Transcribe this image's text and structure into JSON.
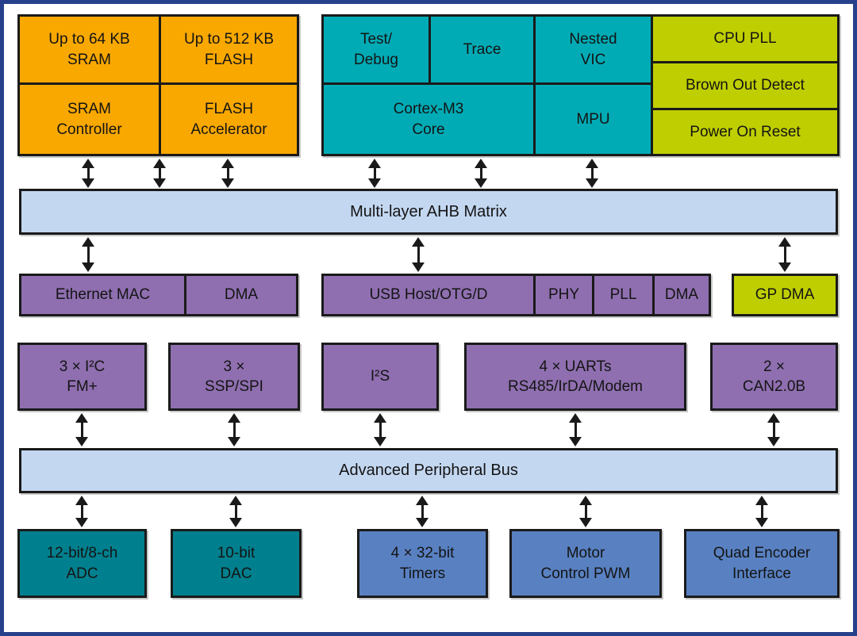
{
  "colors": {
    "orange": "#F9A800",
    "teal": "#00ABB5",
    "lime": "#BFCE00",
    "bus_blue": "#C3D7F0",
    "purple": "#8F6FB0",
    "dark_teal": "#00808E",
    "steel_blue": "#5981C2",
    "frame_navy": "#27408B",
    "line": "#1A1A1A"
  },
  "memory": {
    "sram": "Up to 64 KB\nSRAM",
    "flash": "Up to 512 KB\nFLASH",
    "sram_controller": "SRAM\nController",
    "flash_accelerator": "FLASH\nAccelerator"
  },
  "cpu": {
    "test_debug": "Test/\nDebug",
    "trace": "Trace",
    "nested_vic": "Nested\nVIC",
    "core": "Cortex-M3\nCore",
    "mpu": "MPU"
  },
  "system": {
    "cpu_pll": "CPU PLL",
    "brown_out_detect": "Brown Out Detect",
    "power_on_reset": "Power On Reset"
  },
  "buses": {
    "ahb_matrix": "Multi-layer AHB Matrix",
    "apb": "Advanced Peripheral Bus"
  },
  "ahb_peripherals": {
    "ethernet_mac": "Ethernet MAC",
    "ethernet_dma": "DMA",
    "usb": "USB Host/OTG/D",
    "usb_phy": "PHY",
    "usb_pll": "PLL",
    "usb_dma": "DMA",
    "gp_dma": "GP DMA"
  },
  "apb_peripherals": {
    "i2c": "3 × I²C\nFM+",
    "ssp_spi": "3 ×\nSSP/SPI",
    "i2s": "I²S",
    "uarts": "4 × UARTs\nRS485/IrDA/Modem",
    "can": "2 ×\nCAN2.0B",
    "timers": "4 × 32-bit\nTimers",
    "motor_pwm": "Motor\nControl PWM",
    "quad_encoder": "Quad Encoder\nInterface"
  },
  "analog": {
    "adc": "12-bit/8-ch\nADC",
    "dac": "10-bit\nDAC"
  }
}
